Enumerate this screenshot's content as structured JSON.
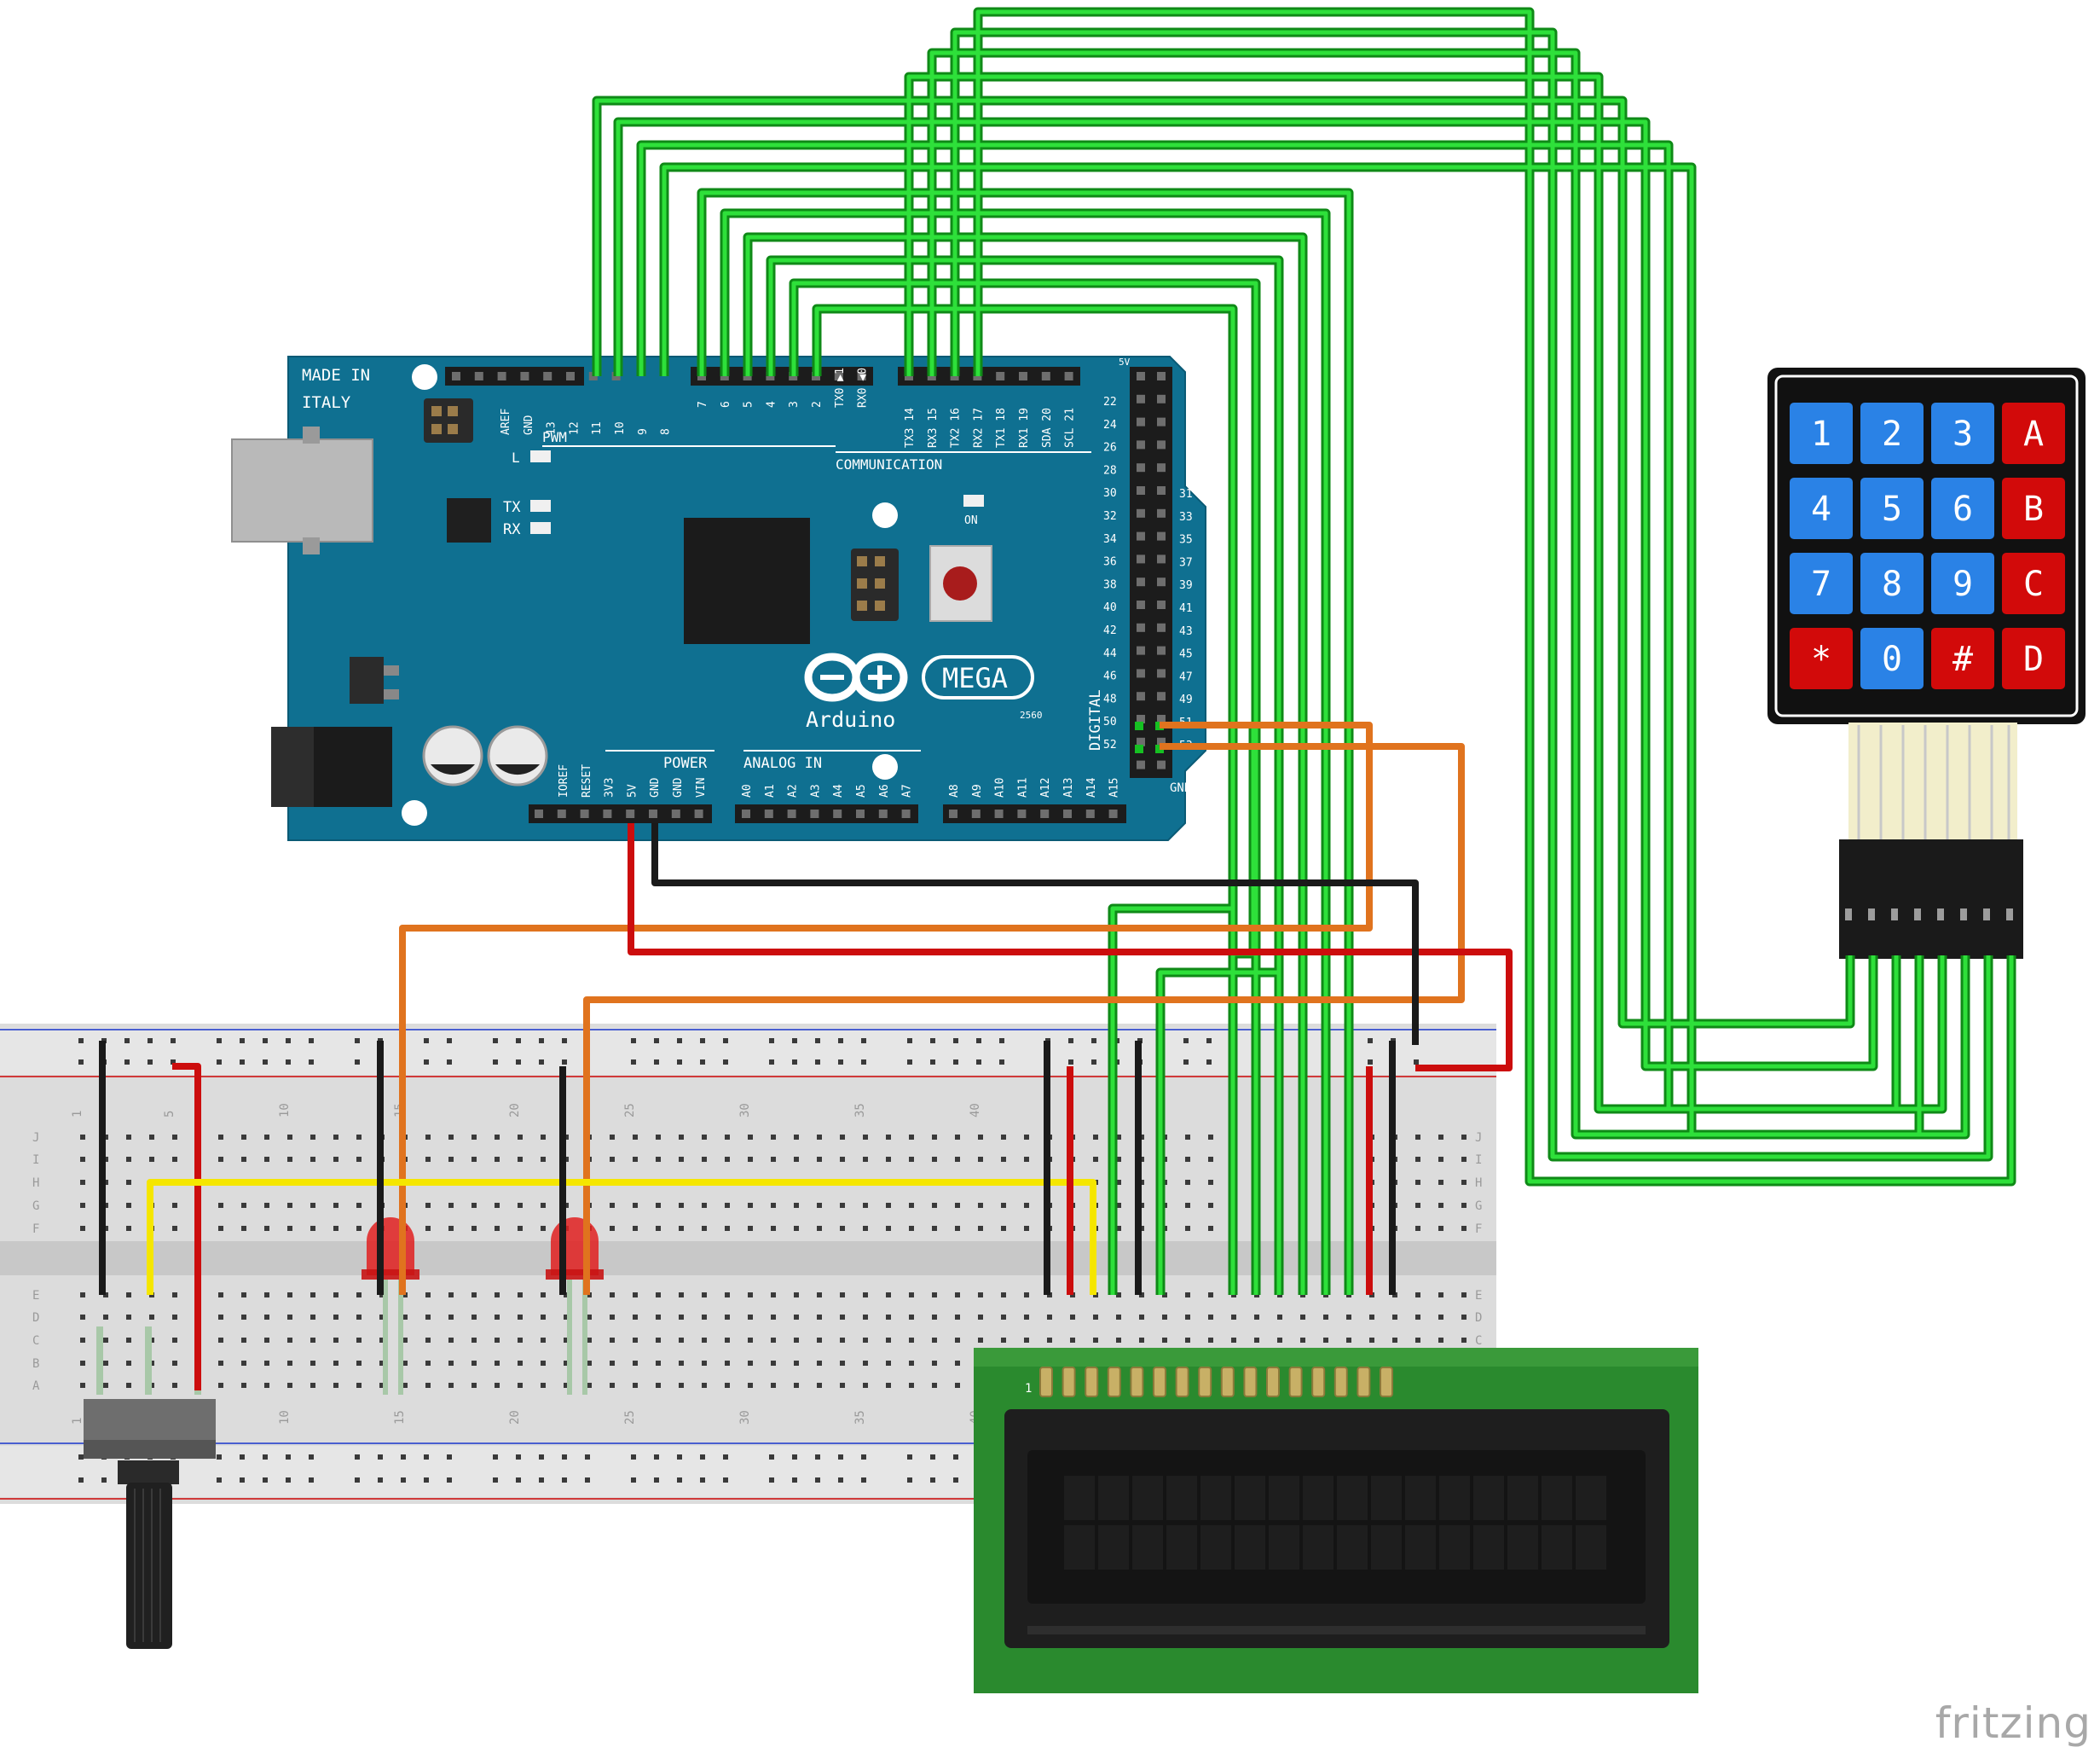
{
  "brand": "fritzing",
  "board": {
    "made_in": "MADE IN",
    "italy": "ITALY",
    "pwm": "PWM",
    "communication": "COMMUNICATION",
    "l_label": "L",
    "tx": "TX",
    "rx": "RX",
    "on": "ON",
    "logo": "Arduino",
    "mega": "MEGA",
    "model": "2560",
    "digital": "DIGITAL",
    "power": "POWER",
    "analog_in": "ANALOG IN",
    "gnd": "GND",
    "fivev": "5V",
    "top_pins_a": [
      "AREF",
      "GND",
      "13",
      "12",
      "11",
      "10",
      "9",
      "8"
    ],
    "top_pins_b": [
      "7",
      "6",
      "5",
      "4",
      "3",
      "2",
      "TX0 ▶1",
      "RX0 ◀0"
    ],
    "top_pins_c": [
      "TX3 14",
      "RX3 15",
      "TX2 16",
      "RX2 17",
      "TX1 18",
      "RX1 19",
      "SDA 20",
      "SCL 21"
    ],
    "power_pins": [
      "IOREF",
      "RESET",
      "3V3",
      "5V",
      "GND",
      "GND",
      "VIN"
    ],
    "analog_pins_a": [
      "A0",
      "A1",
      "A2",
      "A3",
      "A4",
      "A5",
      "A6",
      "A7"
    ],
    "analog_pins_b": [
      "A8",
      "A9",
      "A10",
      "A11",
      "A12",
      "A13",
      "A14",
      "A15"
    ],
    "right_even": [
      "22",
      "24",
      "26",
      "28",
      "30",
      "32",
      "34",
      "36",
      "38",
      "40",
      "42",
      "44",
      "46",
      "48",
      "50",
      "52"
    ],
    "right_odd": [
      "31",
      "33",
      "35",
      "37",
      "39",
      "41",
      "43",
      "45",
      "47",
      "49",
      "51",
      "53"
    ]
  },
  "keypad": {
    "keys": [
      "1",
      "2",
      "3",
      "A",
      "4",
      "5",
      "6",
      "B",
      "7",
      "8",
      "9",
      "C",
      "*",
      "0",
      "#",
      "D"
    ]
  },
  "breadboard": {
    "col_numbers": [
      "1",
      "5",
      "10",
      "15",
      "20",
      "25",
      "30",
      "35",
      "40"
    ],
    "row_letters_top": [
      "J",
      "I",
      "H",
      "G",
      "F"
    ],
    "row_letters_bottom": [
      "E",
      "D",
      "C",
      "B",
      "A"
    ]
  },
  "lcd": {
    "pin1": "1"
  },
  "colors": {
    "board": "#0f7091",
    "wire_green": "#16c022",
    "wire_orange": "#e0731e",
    "wire_red": "#cc0d0d",
    "wire_black": "#1a1a1a",
    "wire_yellow": "#f5e600",
    "key_blue": "#2a82e6",
    "key_red": "#d20a0a",
    "lcd_pcb": "#2a8a2e"
  }
}
